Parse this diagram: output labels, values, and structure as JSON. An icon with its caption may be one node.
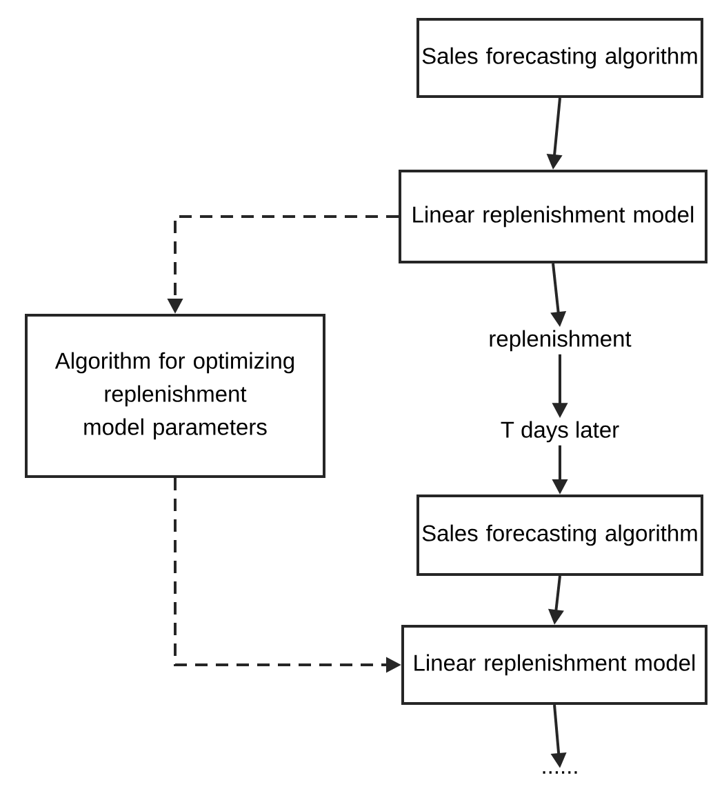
{
  "diagram": {
    "nodes": [
      {
        "text": [
          "Sales forecasting algorithm"
        ]
      },
      {
        "text": [
          "Linear replenishment model"
        ]
      },
      {
        "text": [
          "Algorithm for optimizing replenishment model parameters"
        ]
      },
      {
        "text": [
          "replenishment"
        ]
      },
      {
        "text": [
          "T days later"
        ]
      },
      {
        "text": [
          "Sales forecasting algorithm"
        ]
      },
      {
        "text": [
          "Linear replenishment model"
        ]
      },
      {
        "text": [
          "......"
        ]
      }
    ],
    "edges": [
      {
        "from": 0,
        "to": 1,
        "arrow": "to"
      },
      {
        "from": 1,
        "to": 2,
        "arrow": "to",
        "style": "dashed"
      },
      {
        "from": 1,
        "to": 3,
        "arrow": "to"
      },
      {
        "from": 3,
        "to": 4,
        "arrow": "to"
      },
      {
        "from": 4,
        "to": 5,
        "arrow": "to"
      },
      {
        "from": 5,
        "to": 6,
        "arrow": "to"
      },
      {
        "from": 2,
        "to": 6,
        "arrow": "to",
        "style": "dashed"
      },
      {
        "from": 6,
        "to": 7,
        "arrow": "to"
      }
    ]
  }
}
